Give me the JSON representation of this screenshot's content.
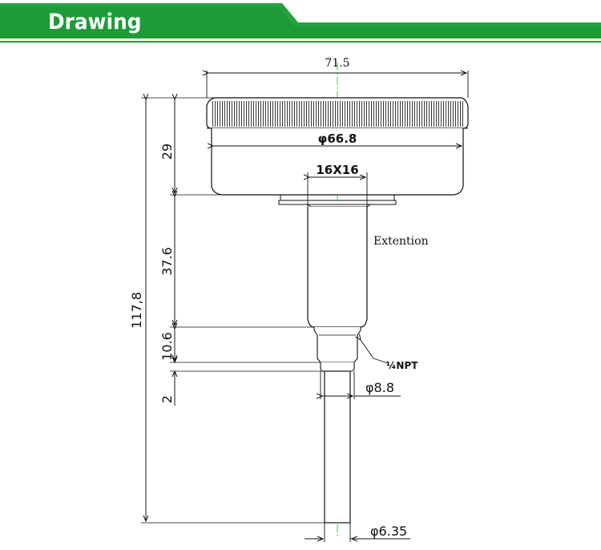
{
  "header": {
    "title": "Drawing",
    "colors": {
      "band": "#1f9a38",
      "band_dark": "#178a2f",
      "stripe": "#2aa845",
      "rule": "#1f9a38"
    }
  },
  "drawing": {
    "centerline_color": "#39c84a",
    "dimensions": {
      "overall_width": "71.5",
      "case_diameter": "φ66.8",
      "hex_size": "16X16",
      "extension_label": "Extention",
      "thread": "¼NPT",
      "stem_diameter": "φ8.8",
      "probe_diameter": "φ6.35",
      "total_height": "117,8",
      "head_height": "29",
      "extension_length": "37.6",
      "thread_length": "10.6",
      "shoulder_length": "2"
    }
  }
}
